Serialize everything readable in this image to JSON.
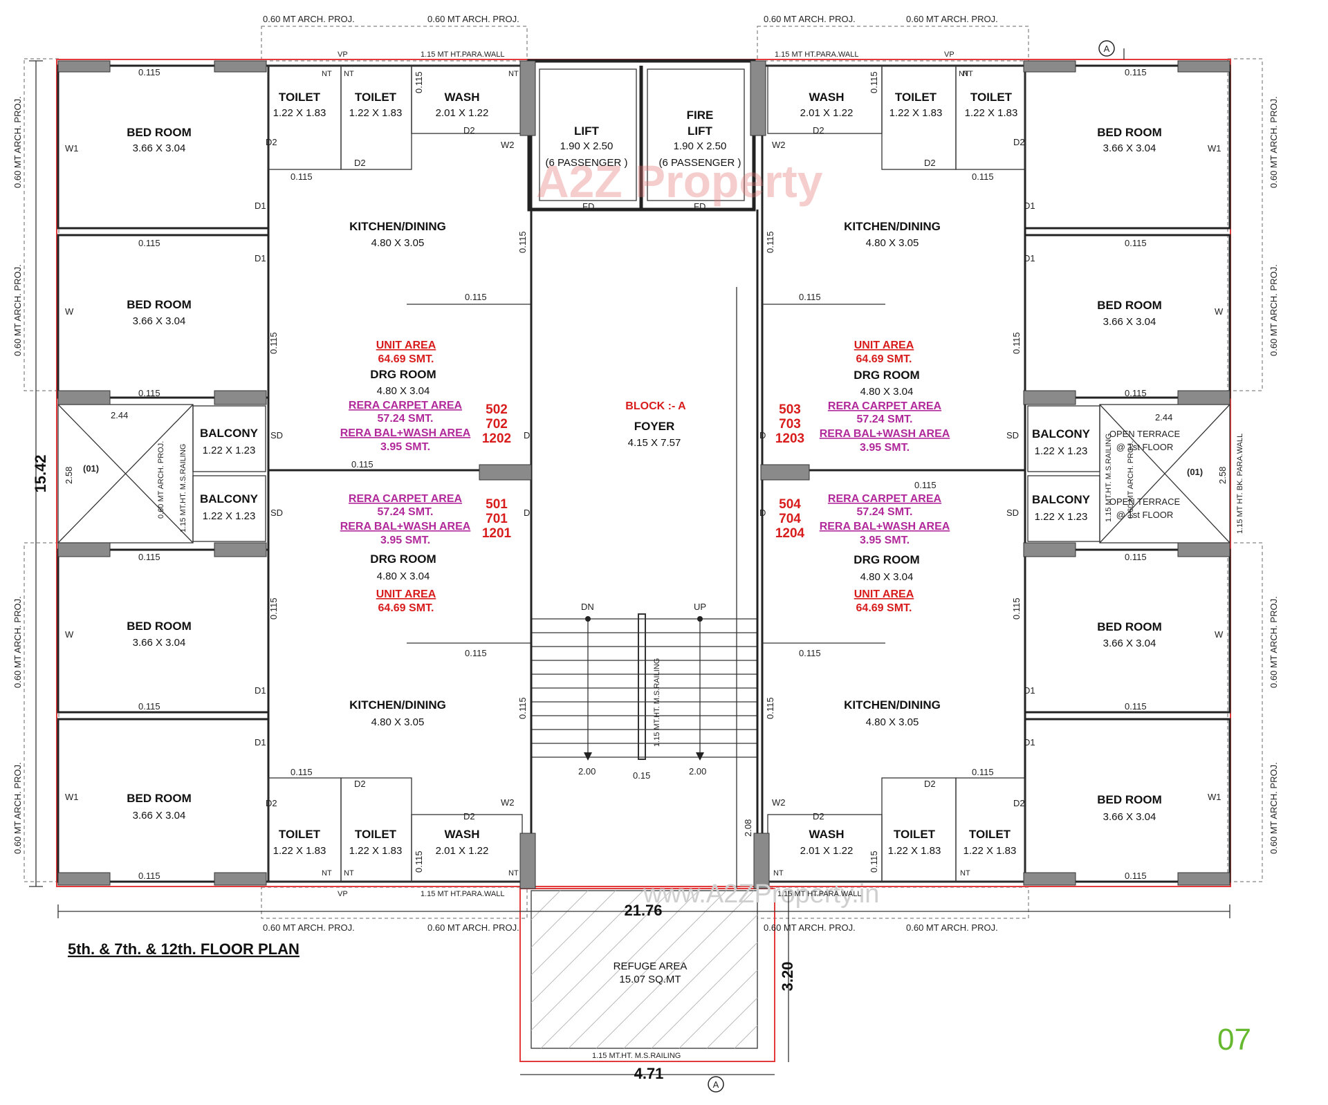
{
  "drawing": {
    "title": "5th. & 7th. & 12th. FLOOR PLAN",
    "page_number": "07",
    "watermark_logo": "A2Z Property",
    "watermark_url": "www.A2ZProperty.in"
  },
  "labels": {
    "bed_room": "BED ROOM",
    "bed_size": "3.66 X 3.04",
    "toilet": "TOILET",
    "toilet_size": "1.22 X 1.83",
    "wash": "WASH",
    "wash_size": "2.01 X 1.22",
    "kitchen": "KITCHEN/DINING",
    "kitchen_size": "4.80 X 3.05",
    "drg_room": "DRG ROOM",
    "drg_size": "4.80 X 3.04",
    "balcony": "BALCONY",
    "balcony_size": "1.22 X 1.23",
    "unit_area": "UNIT AREA",
    "unit_area_val": "64.69 SMT.",
    "rera_carpet": "RERA CARPET AREA",
    "rera_carpet_val": "57.24 SMT.",
    "rera_bal": "RERA BAL+WASH AREA",
    "rera_bal_val": "3.95 SMT.",
    "lift": "LIFT",
    "fire": "FIRE",
    "lift_size": "1.90 X 2.50",
    "passenger": "(6 PASSENGER )",
    "fd": "FD",
    "block": "BLOCK :- A",
    "foyer": "FOYER",
    "foyer_size": "4.15 X 7.57",
    "dn": "DN",
    "up": "UP",
    "open_terrace": "OPEN TERRACE",
    "at_first_floor": "@ 1st FLOOR",
    "refuge": "REFUGE AREA",
    "refuge_size": "15.07 SQ.MT",
    "arch_proj": "0.60 MT ARCH. PROJ.",
    "arch_proj_v": "0.60 MT ARCH. PROJ.",
    "para_wall": "1.15 MT HT.PARA.WALL",
    "ms_railing": "1.15 MT.HT. M.S.RAILING",
    "bk_para": "1.15 MT HT. BK. PARA.WALL",
    "ms_railing_stair": "1.15 MT.HT. M.S.RAILING",
    "wall_t": "0.115",
    "sd": "SD",
    "d": "D",
    "d1": "D1",
    "d2": "D2",
    "w": "W",
    "w1": "W1",
    "w2": "W2",
    "nt": "NT",
    "vp": "VP",
    "mark01": "(01)",
    "sect_a": "A"
  },
  "units": {
    "top_left": [
      "502",
      "702",
      "1202"
    ],
    "bottom_left": [
      "501",
      "701",
      "1201"
    ],
    "top_right": [
      "503",
      "703",
      "1203"
    ],
    "bottom_right": [
      "504",
      "704",
      "1204"
    ]
  },
  "dimensions": {
    "overall_width": "21.76",
    "overall_height": "15.42",
    "refuge_width": "4.71",
    "refuge_depth": "3.20",
    "balcony_dim_h": "2.44",
    "balcony_dim_v": "2.58",
    "stair_run_a": "2.00",
    "stair_run_b": "2.00",
    "stair_gap": "0.15",
    "landing": "2.08"
  },
  "colors": {
    "unit_area": "#d81c1c",
    "rera": "#b1289a",
    "outline": "#e23a3a",
    "page_number": "#66b82e"
  }
}
